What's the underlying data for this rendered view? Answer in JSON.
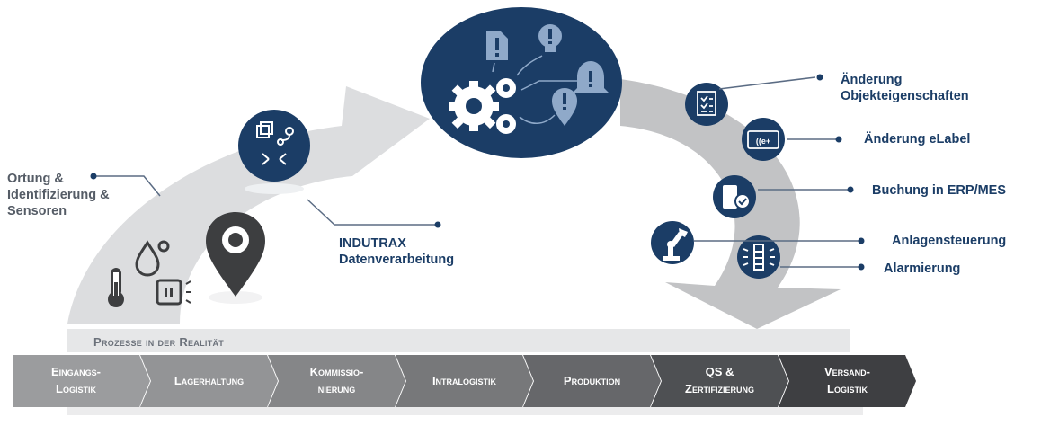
{
  "colors": {
    "navy": "#1b3d66",
    "arrow_gray": "#d4d5d7",
    "arrow_dark_gray": "#b3b4b6",
    "band_gray": "#e6e7e8"
  },
  "labels": {
    "ortung": "Ortung &\nIdentifizierung &\nSensoren",
    "indutrax": "INDUTRAX\nDatenverarbeitung",
    "aenderung_objekt": "Änderung\nObjekteigenschaften",
    "aenderung_elabel": "Änderung eLabel",
    "buchung": "Buchung in ERP/MES",
    "anlagensteuerung": "Anlagensteuerung",
    "alarmierung": "Alarmierung"
  },
  "process": {
    "title": "Prozesse in der Realität",
    "steps": [
      {
        "line1": "Eingangs-",
        "line2": "Logistik",
        "color": "#9b9c9e"
      },
      {
        "line1": "Lagerhaltung",
        "line2": "",
        "color": "#939496"
      },
      {
        "line1": "Kommissio-",
        "line2": "nierung",
        "color": "#858688"
      },
      {
        "line1": "Intralogistik",
        "line2": "",
        "color": "#77787a"
      },
      {
        "line1": "Produktion",
        "line2": "",
        "color": "#66676a"
      },
      {
        "line1": "QS &",
        "line2": "Zertifizierung",
        "color": "#4e5053"
      },
      {
        "line1": "Versand-",
        "line2": "Logistik",
        "color": "#3e3f42"
      }
    ]
  },
  "icons": {
    "location": "location-pin-icon",
    "thermometer": "thermometer-icon",
    "drop": "water-drop-icon",
    "sensor": "sensor-tag-icon",
    "dataprocessing": "data-processing-icon",
    "gears": "gears-icon",
    "checklist": "checklist-icon",
    "elabel": "elabel-icon",
    "erp": "erp-booking-icon",
    "robot": "robot-arm-icon",
    "alarm": "alarm-light-icon"
  }
}
